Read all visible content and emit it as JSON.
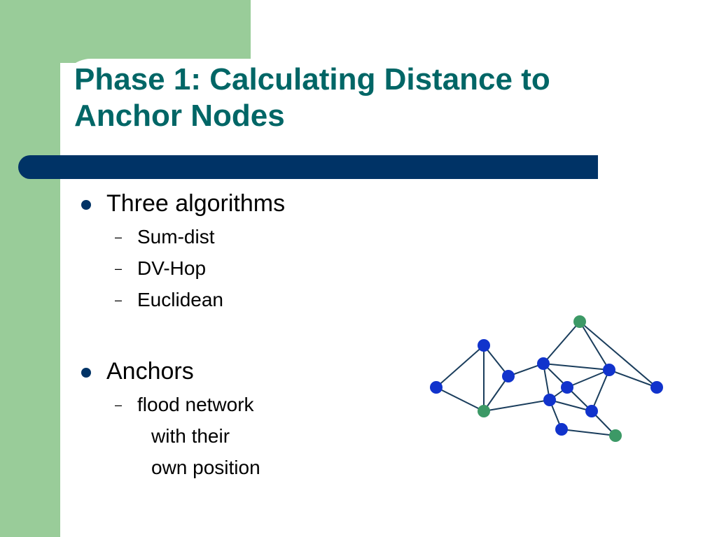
{
  "slide": {
    "title_line1": "Phase 1: Calculating Distance to",
    "title_line2": "Anchor Nodes"
  },
  "bullets": {
    "b1": "Three algorithms",
    "b1_sub": [
      "Sum-dist",
      "DV-Hop",
      "Euclidean"
    ],
    "b2": "Anchors",
    "b2_sub_line1": "flood network",
    "b2_sub_line2": "with their",
    "b2_sub_line3": "own position"
  },
  "colors": {
    "green_band": "#99cc99",
    "title": "#006666",
    "title_bar": "#003366",
    "edge": "#1a3d5c",
    "regular_node": "#1133cc",
    "anchor_node": "#3c9966"
  }
}
